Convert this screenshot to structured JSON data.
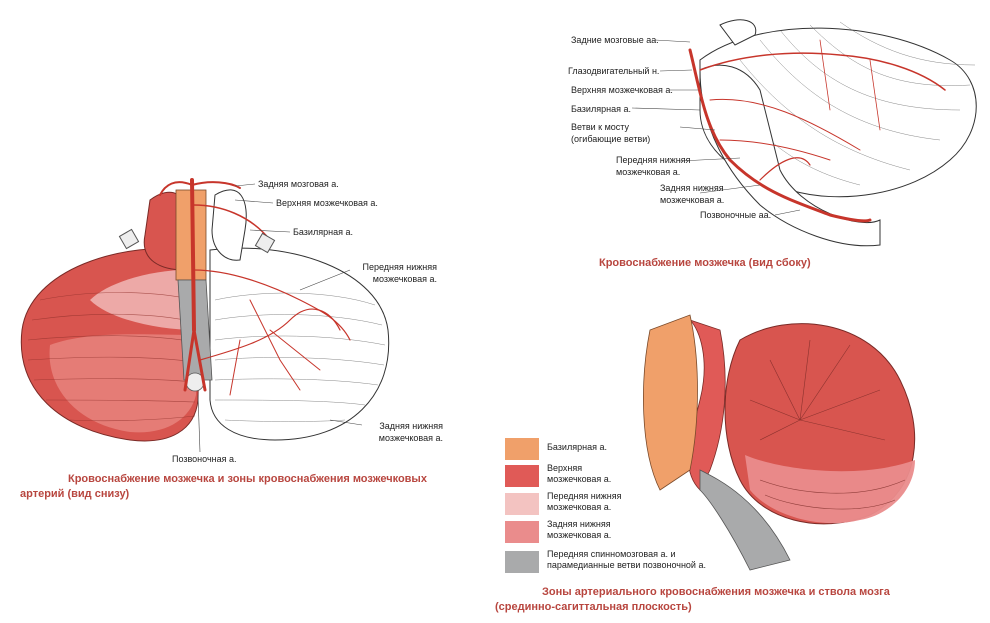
{
  "colors": {
    "artery": "#c7352b",
    "basilar_zone": "#f0a06a",
    "superior_zone": "#e05a57",
    "aica_zone": "#f3c3c1",
    "pica_zone": "#ea8c8c",
    "spinal_zone": "#a9aaab",
    "caption": "#b8463f"
  },
  "left_figure": {
    "labels": {
      "posterior_cerebral": "Задняя мозговая а.",
      "superior_cerebellar": "Верхняя мозжечковая а.",
      "basilar": "Базилярная а.",
      "aica": "Передняя нижняя мозжечковая а.",
      "pica": "Задняя нижняя мозжечковая а.",
      "vertebral": "Позвоночная а."
    },
    "caption_line1": "Кровоснабжение мозжечка и зоны кровоснабжения мозжечковых",
    "caption_line2": "артерий (вид снизу)"
  },
  "top_right_figure": {
    "labels": {
      "posterior_cerebral": "Задние мозговые аа.",
      "oculomotor": "Глазодвигательный н.",
      "superior_cerebellar": "Верхняя мозжечковая а.",
      "basilar": "Базилярная а.",
      "pontine_branches": "Ветви к мосту (огибающие ветви)",
      "aica": "Передняя нижняя мозжечковая а.",
      "pica": "Задняя нижняя мозжечковая а.",
      "vertebral": "Позвоночные аа."
    },
    "caption": "Кровоснабжение мозжечка (вид сбоку)"
  },
  "bottom_right_figure": {
    "legend": [
      {
        "label": "Базилярная а.",
        "color_key": "basilar_zone"
      },
      {
        "label": "Верхняя мозжечковая а.",
        "color_key": "superior_zone"
      },
      {
        "label": "Передняя нижняя мозжечковая а.",
        "color_key": "aica_zone"
      },
      {
        "label": "Задняя нижняя мозжечковая а.",
        "color_key": "pica_zone"
      },
      {
        "label": "Передняя спинномозговая а. и парамедианные ветви позвоночной а.",
        "color_key": "spinal_zone"
      }
    ],
    "caption_line1": "Зоны артериального кровоснабжения мозжечка и ствола мозга",
    "caption_line2": "(срединно-сагиттальная плоскость)"
  }
}
